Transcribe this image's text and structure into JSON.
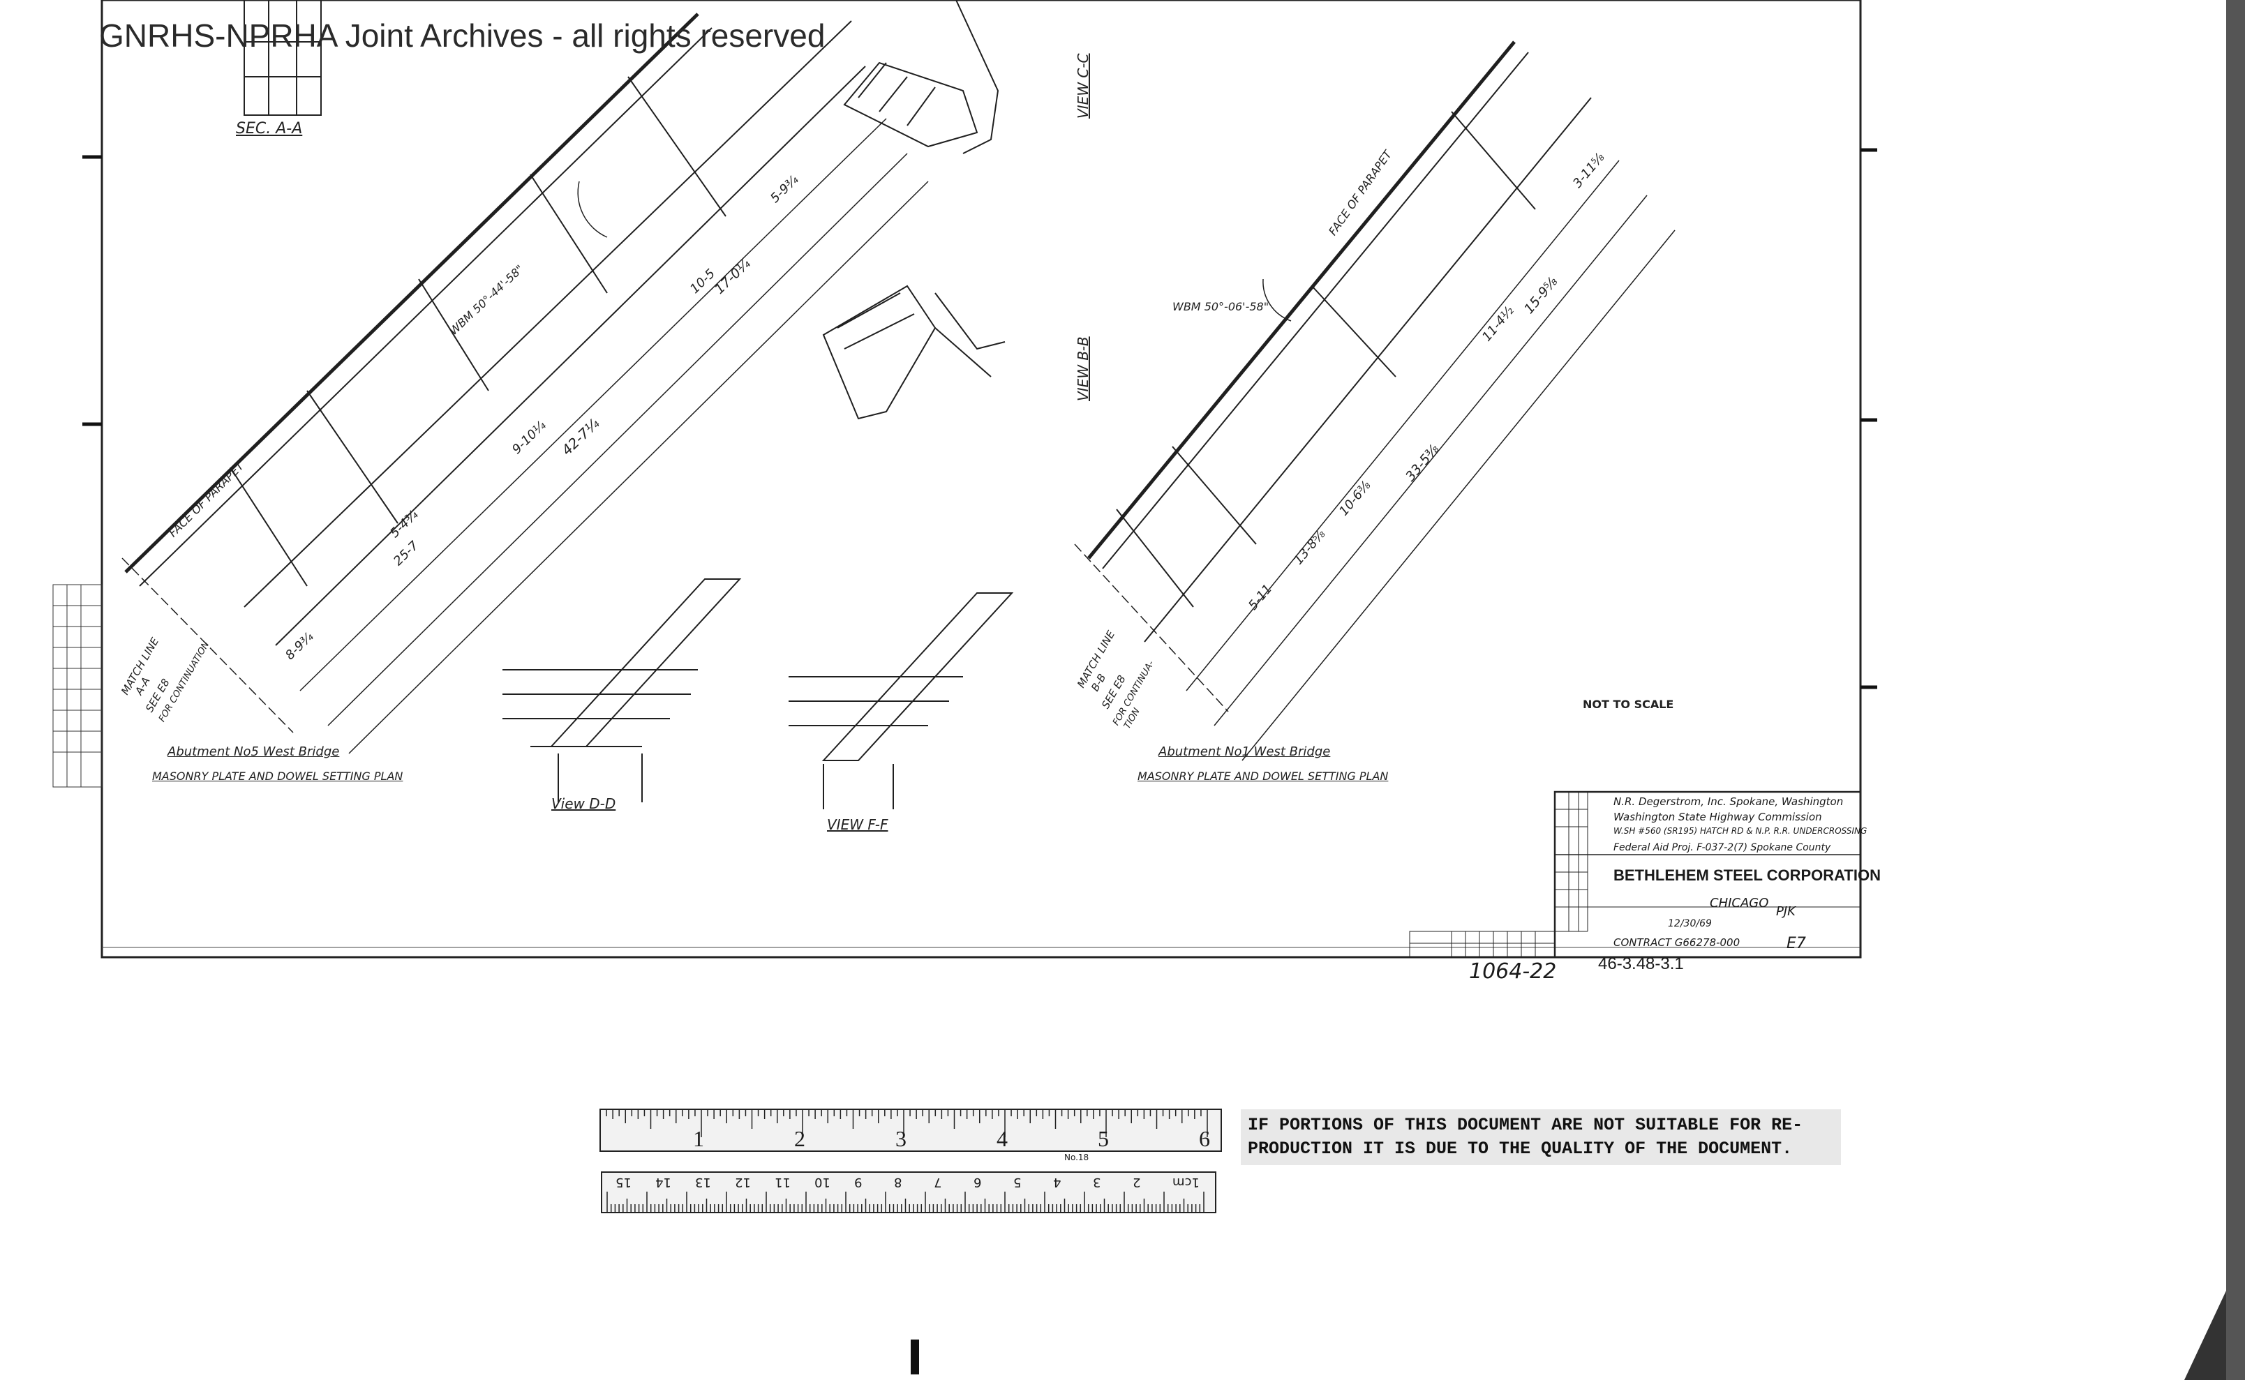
{
  "watermark": "GNRHS-NPRHA Joint Archives - all rights reserved",
  "views": {
    "abutment5": {
      "title": "Abutment No5 West Bridge",
      "subtitle": "Masonry Plate and Dowel Setting Plan",
      "face_of_parapet": "FACE OF PARAPET",
      "match_line": [
        "MATCH LINE",
        "A-A",
        "SEE E8",
        "FOR CONTINUATION"
      ],
      "section_label": "SEC. A-A",
      "dims": [
        "42-7¼",
        "17-0¼",
        "10-5",
        "9-10¼",
        "5-9¾",
        "25-7",
        "8-9¾",
        "5-4¾"
      ],
      "beam": "WBM 50°-44'-58\""
    },
    "abutment1": {
      "title": "Abutment No1 West Bridge",
      "subtitle": "Masonry Plate and Dowel Setting Plan",
      "face_of_parapet": "FACE OF PARAPET",
      "match_line": [
        "MATCH LINE",
        "B-B",
        "SEE E8",
        "FOR CONTINUA-",
        "TION"
      ],
      "dims": [
        "33-5⅜",
        "15-9⅝",
        "11-4½",
        "10-6⅜",
        "13-8⅝",
        "5-11",
        "3-11⅝"
      ],
      "beam": "WBM 50°-06'-58\""
    },
    "view_cc": "VIEW C-C",
    "view_bb": "VIEW B-B",
    "view_dd": "View D-D",
    "view_ff": "VIEW F-F",
    "note_scale": "NOT TO SCALE"
  },
  "title_block": {
    "line1": "N.R. Degerstrom, Inc. Spokane, Washington",
    "line2": "Washington State Highway Commission",
    "line3": "W.SH #560 (SR195) HATCH RD & N.P. R.R. UNDERCROSSING",
    "line4": "Federal Aid Proj. F-037-2(7) Spokane County",
    "company": "BETHLEHEM STEEL CORPORATION",
    "city": "CHICAGO",
    "contract": "CONTRACT G66278-000",
    "drawing_no": "E7",
    "date": "12/30/69",
    "checked": "PJK"
  },
  "drawing_ref": "1064-22",
  "project_no": "46-3.48-3.1",
  "ruler": {
    "inches": [
      "1",
      "2",
      "3",
      "4",
      "5",
      "6"
    ],
    "cm": [
      "1cm",
      "2",
      "3",
      "4",
      "5",
      "6",
      "7",
      "8",
      "9",
      "10",
      "11",
      "12",
      "13",
      "14",
      "15"
    ],
    "model": "No.18"
  },
  "disclaimer": [
    "IF PORTIONS OF THIS DOCUMENT ARE NOT SUITABLE FOR RE-",
    "PRODUCTION IT IS DUE TO THE QUALITY OF THE DOCUMENT."
  ]
}
